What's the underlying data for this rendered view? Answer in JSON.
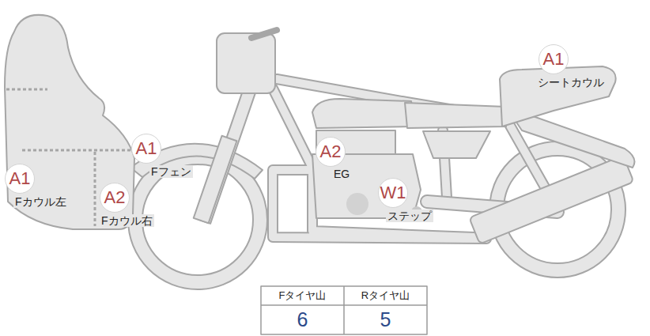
{
  "diagram": {
    "nodes": [
      {
        "text": [
          "A1",
          "シートカウル"
        ]
      },
      {
        "text": [
          "A1",
          "Fフェン"
        ]
      },
      {
        "text": [
          "A2",
          "EG"
        ]
      },
      {
        "text": [
          "A1",
          "Fカウル左"
        ]
      },
      {
        "text": [
          "W1",
          "ステップ"
        ]
      },
      {
        "text": [
          "A2",
          "Fカウル右"
        ]
      }
    ],
    "labels": [
      "Fタイヤ山",
      "Rタイヤ山",
      "6",
      "5"
    ]
  }
}
